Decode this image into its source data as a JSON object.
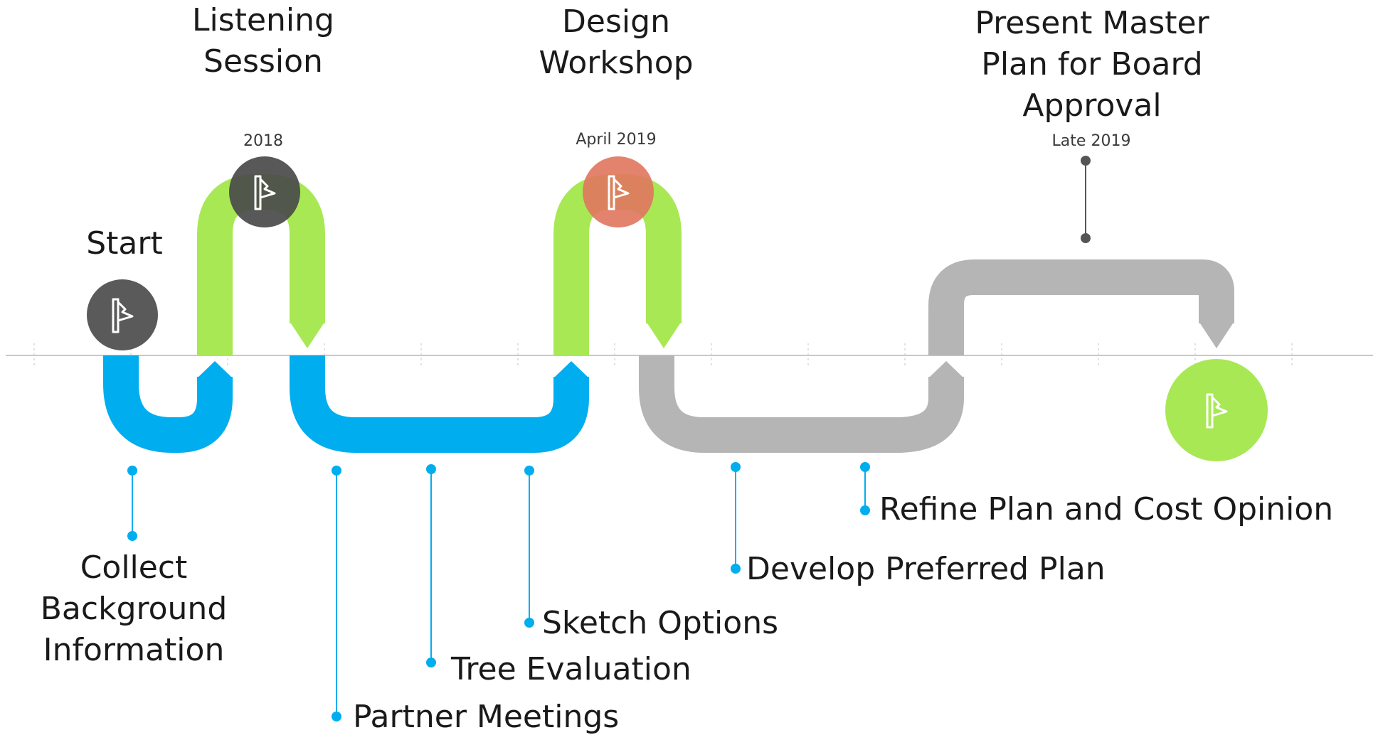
{
  "colors": {
    "blue": "#00AEEF",
    "green": "#A8E854",
    "gray": "#B5B5B5",
    "dark_gray": "#5A5A5A",
    "salmon": "#E0765E",
    "axis": "#C8C8C8"
  },
  "milestones": {
    "start": {
      "label": "Start",
      "icon": "flag-icon"
    },
    "listening": {
      "label": "Listening\nSession",
      "date": "2018",
      "icon": "flag-icon"
    },
    "design": {
      "label": "Design\nWorkshop",
      "date": "April 2019",
      "icon": "flag-icon"
    },
    "present": {
      "label": "Present Master\nPlan for Board\nApproval",
      "date": "Late 2019"
    },
    "end": {
      "icon": "flag-icon"
    }
  },
  "tasks": {
    "collect": "Collect\nBackground\nInformation",
    "partner": "Partner Meetings",
    "tree": "Tree Evaluation",
    "sketch": "Sketch Options",
    "develop": "Develop Preferred Plan",
    "refine": "Refine Plan and Cost Opinion"
  }
}
